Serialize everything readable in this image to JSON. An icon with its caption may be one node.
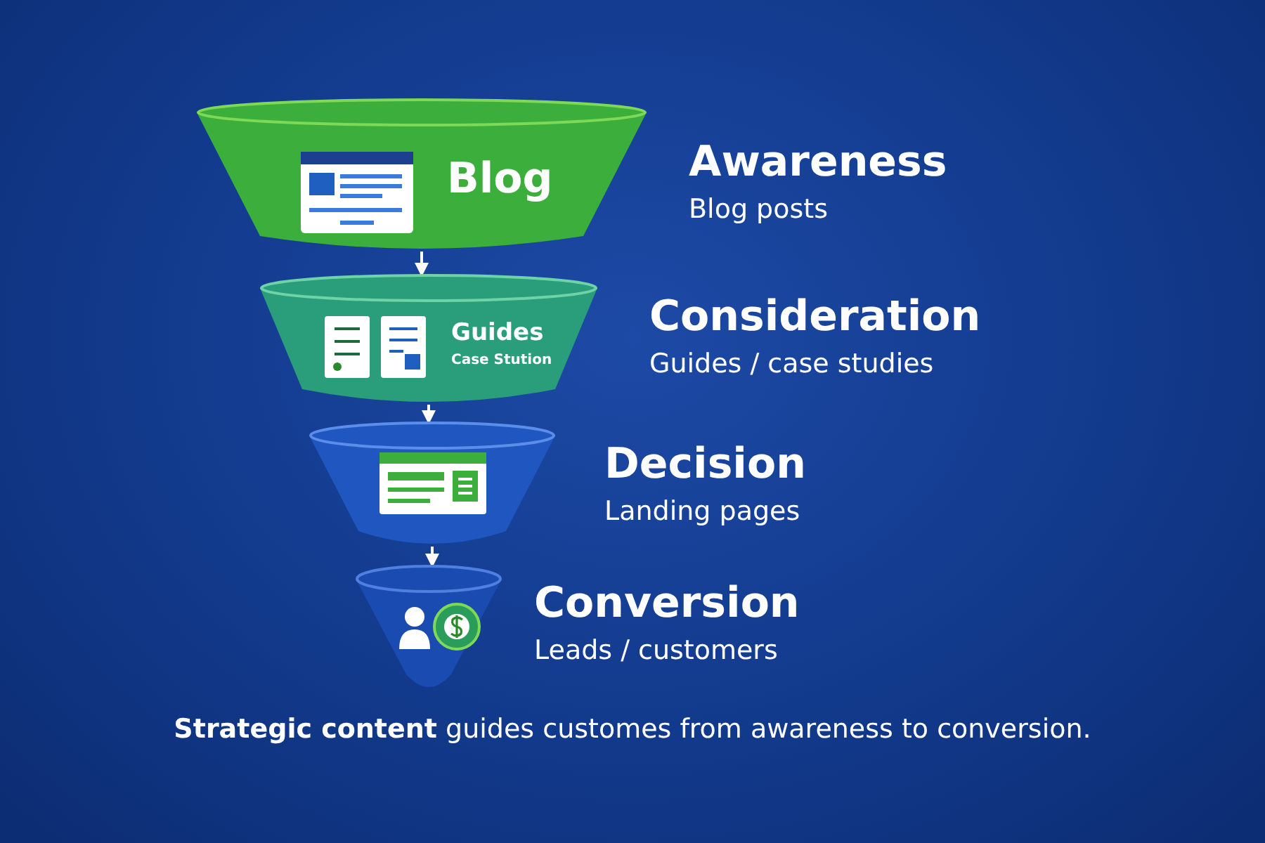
{
  "diagram": {
    "caption": "**Strategic content** guides customes from awareness to conversion.",
    "nodes": [
      {
        "text": [
          "Blog"
        ],
        "beside": [
          "Awareness",
          "Blog posts"
        ]
      },
      {
        "text": [
          "Guides",
          "Case Stution"
        ],
        "beside": [
          "Consideration",
          "Guides / case studies"
        ]
      },
      {
        "text": [],
        "shape": "funnel",
        "beside": [
          "Decision",
          "Landing pages"
        ]
      },
      {
        "text": [],
        "shape": "funnel",
        "beside": [
          "Conversion",
          "Leads / customers"
        ]
      }
    ],
    "edges": [
      {
        "from": 0,
        "to": 1,
        "arrow": "to"
      },
      {
        "from": 1,
        "to": 2,
        "arrow": "to"
      },
      {
        "from": 2,
        "to": 3,
        "arrow": "to"
      }
    ]
  }
}
